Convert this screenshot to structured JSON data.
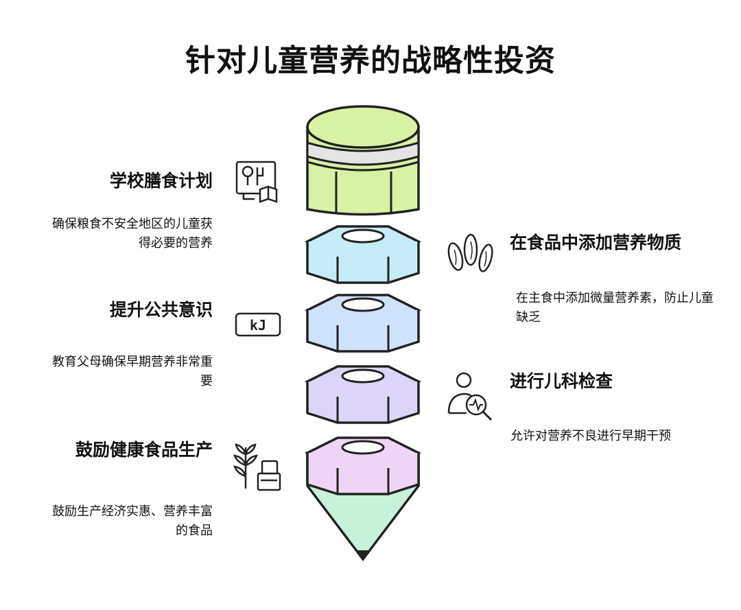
{
  "title": "针对儿童营养的战略性投资",
  "strategies": [
    {
      "heading": "学校膳食计划",
      "description": "确保粮食不安全地区的儿童获得必要的营养",
      "icon": "recipe-book-icon"
    },
    {
      "heading": "提升公共意识",
      "description": "教育父母确保早期营养非常重要",
      "icon": "kj-label-icon"
    },
    {
      "heading": "鼓励健康食品生产",
      "description": "鼓励生产经济实惠、营养丰富的食品",
      "icon": "wheat-grocery-icon"
    },
    {
      "heading": "在食品中添加营养物质",
      "description": "在主食中添加微量营养素，防止儿童缺乏",
      "icon": "seeds-icon"
    },
    {
      "heading": "进行儿科检查",
      "description": "允许对营养不良进行早期干预",
      "icon": "health-check-icon"
    }
  ],
  "colors": {
    "cap": "#d7f2a4",
    "cap_band": "#e4e4e4",
    "nut_1": "#c6ecf8",
    "nut_2": "#cfe1fb",
    "nut_3": "#dcd5f7",
    "nut_4": "#eed5f5",
    "tip": "#c7f2d9",
    "outline": "#222222"
  }
}
